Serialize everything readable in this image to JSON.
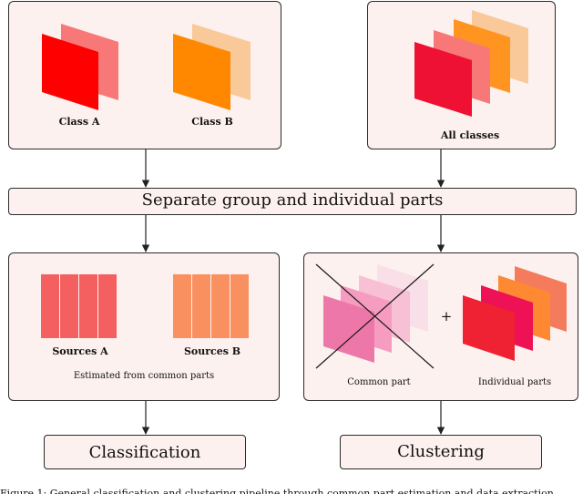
{
  "labels": {
    "class_a": "Class A",
    "class_b": "Class B",
    "all_classes": "All classes",
    "separate": "Separate group and individual parts",
    "sources_a": "Sources A",
    "sources_b": "Sources B",
    "estimated": "Estimated from common parts",
    "common_part": "Common part",
    "individual_parts": "Individual parts",
    "plus": "+",
    "classification": "Classification",
    "clustering": "Clustering"
  },
  "caption": "Figure 1: General classification and clustering pipeline through common part estimation and data extraction",
  "colors": {
    "box_fill": "#fdf1ef",
    "class_a_front": "#ff0000",
    "class_a_back": "#f87878",
    "class_b_front": "#ff8800",
    "class_b_back": "#f9c99a",
    "sources_a": "#f46060",
    "sources_b": "#f99060",
    "common_pink": "#ee77aa",
    "individual_red": "#ee2233",
    "individual_crimson": "#ee1155",
    "individual_orange": "#ff8833",
    "individual_coral": "#f47c5c"
  }
}
